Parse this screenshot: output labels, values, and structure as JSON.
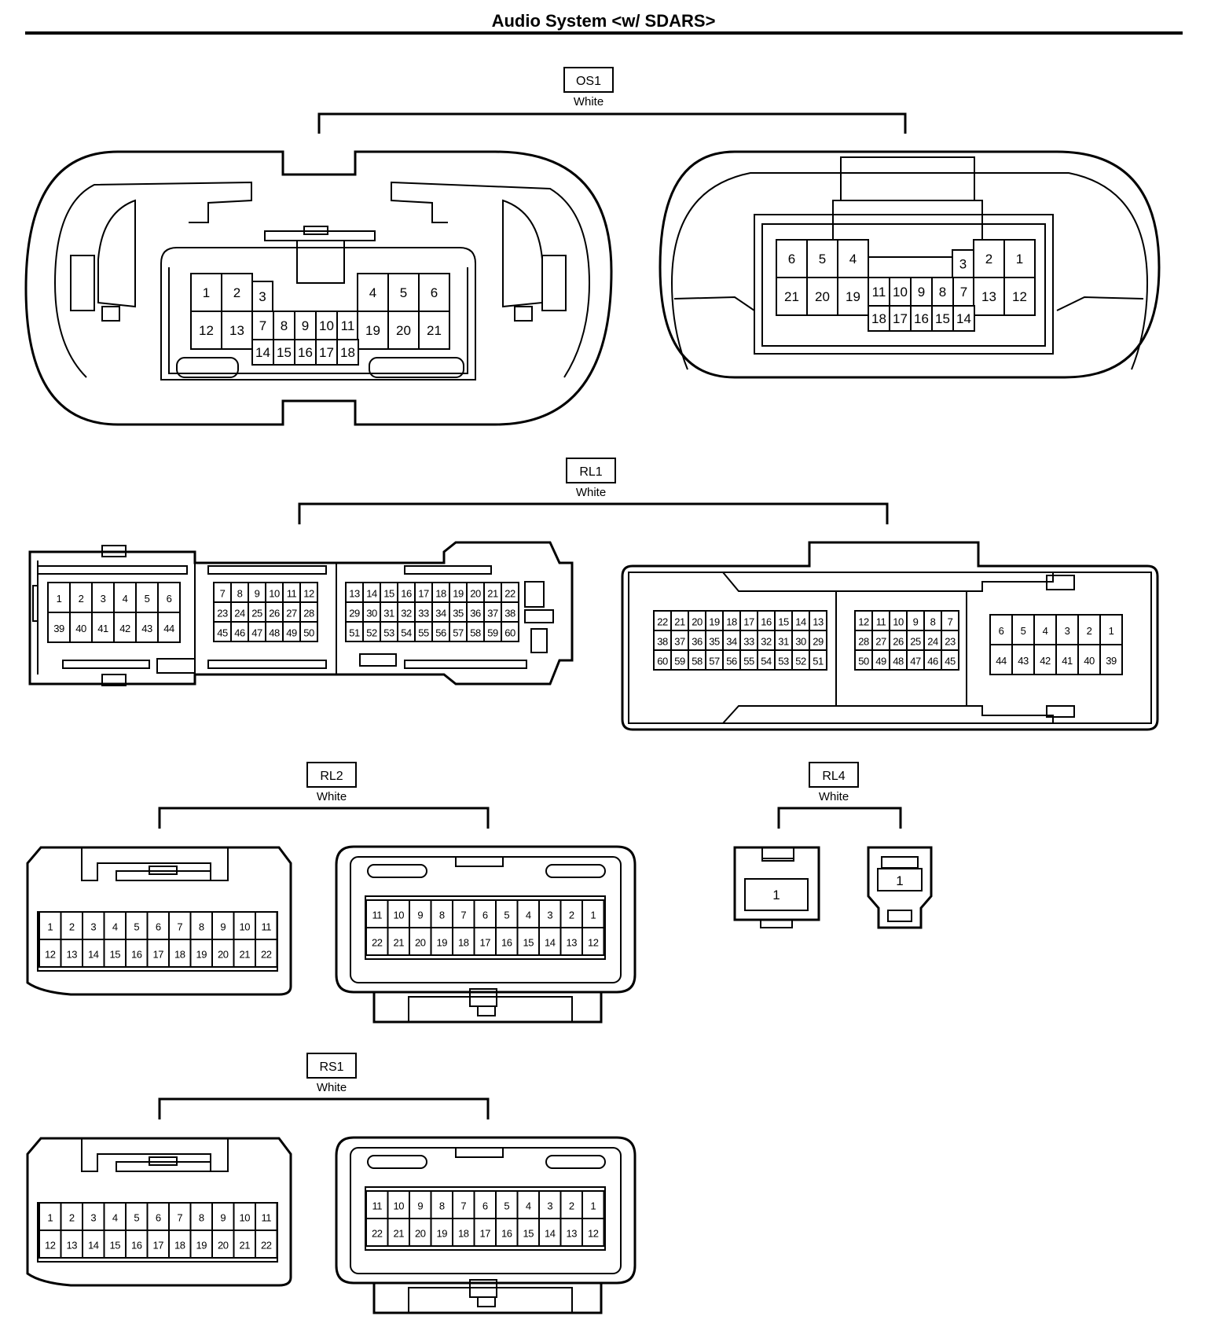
{
  "title": "Audio System <w/ SDARS>",
  "connectors": [
    {
      "id": "OS1",
      "color": "White",
      "left_pins": {
        "row1_a": [
          "1",
          "2"
        ],
        "p3": "3",
        "row1_b": [
          "4",
          "5",
          "6"
        ],
        "row2_a": [
          "12",
          "13"
        ],
        "row2_mid": [
          "7",
          "8",
          "9",
          "10",
          "11"
        ],
        "row2_b": [
          "19",
          "20",
          "21"
        ],
        "row3": [
          "14",
          "15",
          "16",
          "17",
          "18"
        ]
      },
      "right_pins": {
        "row1_a": [
          "6",
          "5",
          "4"
        ],
        "p3": "3",
        "row1_b": [
          "2",
          "1"
        ],
        "row2_a": [
          "21",
          "20",
          "19"
        ],
        "row2_mid": [
          "11",
          "10",
          "9",
          "8",
          "7"
        ],
        "row2_b": [
          "13",
          "12"
        ],
        "row3": [
          "18",
          "17",
          "16",
          "15",
          "14"
        ]
      }
    },
    {
      "id": "RL1",
      "color": "White",
      "left_pins": {
        "b1r1": [
          "1",
          "2",
          "3",
          "4",
          "5",
          "6"
        ],
        "b1r2": [
          "39",
          "40",
          "41",
          "42",
          "43",
          "44"
        ],
        "b2r1": [
          "7",
          "8",
          "9",
          "10",
          "11",
          "12"
        ],
        "b2r2": [
          "23",
          "24",
          "25",
          "26",
          "27",
          "28"
        ],
        "b2r3": [
          "45",
          "46",
          "47",
          "48",
          "49",
          "50"
        ],
        "b3r1": [
          "13",
          "14",
          "15",
          "16",
          "17",
          "18",
          "19",
          "20",
          "21",
          "22"
        ],
        "b3r2": [
          "29",
          "30",
          "31",
          "32",
          "33",
          "34",
          "35",
          "36",
          "37",
          "38"
        ],
        "b3r3": [
          "51",
          "52",
          "53",
          "54",
          "55",
          "56",
          "57",
          "58",
          "59",
          "60"
        ]
      },
      "right_pins": {
        "b1r1": [
          "22",
          "21",
          "20",
          "19",
          "18",
          "17",
          "16",
          "15",
          "14",
          "13"
        ],
        "b1r2": [
          "38",
          "37",
          "36",
          "35",
          "34",
          "33",
          "32",
          "31",
          "30",
          "29"
        ],
        "b1r3": [
          "60",
          "59",
          "58",
          "57",
          "56",
          "55",
          "54",
          "53",
          "52",
          "51"
        ],
        "b2r1": [
          "12",
          "11",
          "10",
          "9",
          "8",
          "7"
        ],
        "b2r2": [
          "28",
          "27",
          "26",
          "25",
          "24",
          "23"
        ],
        "b2r3": [
          "50",
          "49",
          "48",
          "47",
          "46",
          "45"
        ],
        "b3r1": [
          "6",
          "5",
          "4",
          "3",
          "2",
          "1"
        ],
        "b3r2": [
          "44",
          "43",
          "42",
          "41",
          "40",
          "39"
        ]
      }
    },
    {
      "id": "RL2",
      "color": "White",
      "left_pins": {
        "r1": [
          "1",
          "2",
          "3",
          "4",
          "5",
          "6",
          "7",
          "8",
          "9",
          "10",
          "11"
        ],
        "r2": [
          "12",
          "13",
          "14",
          "15",
          "16",
          "17",
          "18",
          "19",
          "20",
          "21",
          "22"
        ]
      },
      "right_pins": {
        "r1": [
          "11",
          "10",
          "9",
          "8",
          "7",
          "6",
          "5",
          "4",
          "3",
          "2",
          "1"
        ],
        "r2": [
          "22",
          "21",
          "20",
          "19",
          "18",
          "17",
          "16",
          "15",
          "14",
          "13",
          "12"
        ]
      }
    },
    {
      "id": "RL4",
      "color": "White",
      "left_pin": "1",
      "right_pin": "1"
    },
    {
      "id": "RS1",
      "color": "White",
      "left_pins": {
        "r1": [
          "1",
          "2",
          "3",
          "4",
          "5",
          "6",
          "7",
          "8",
          "9",
          "10",
          "11"
        ],
        "r2": [
          "12",
          "13",
          "14",
          "15",
          "16",
          "17",
          "18",
          "19",
          "20",
          "21",
          "22"
        ]
      },
      "right_pins": {
        "r1": [
          "11",
          "10",
          "9",
          "8",
          "7",
          "6",
          "5",
          "4",
          "3",
          "2",
          "1"
        ],
        "r2": [
          "22",
          "21",
          "20",
          "19",
          "18",
          "17",
          "16",
          "15",
          "14",
          "13",
          "12"
        ]
      }
    }
  ]
}
